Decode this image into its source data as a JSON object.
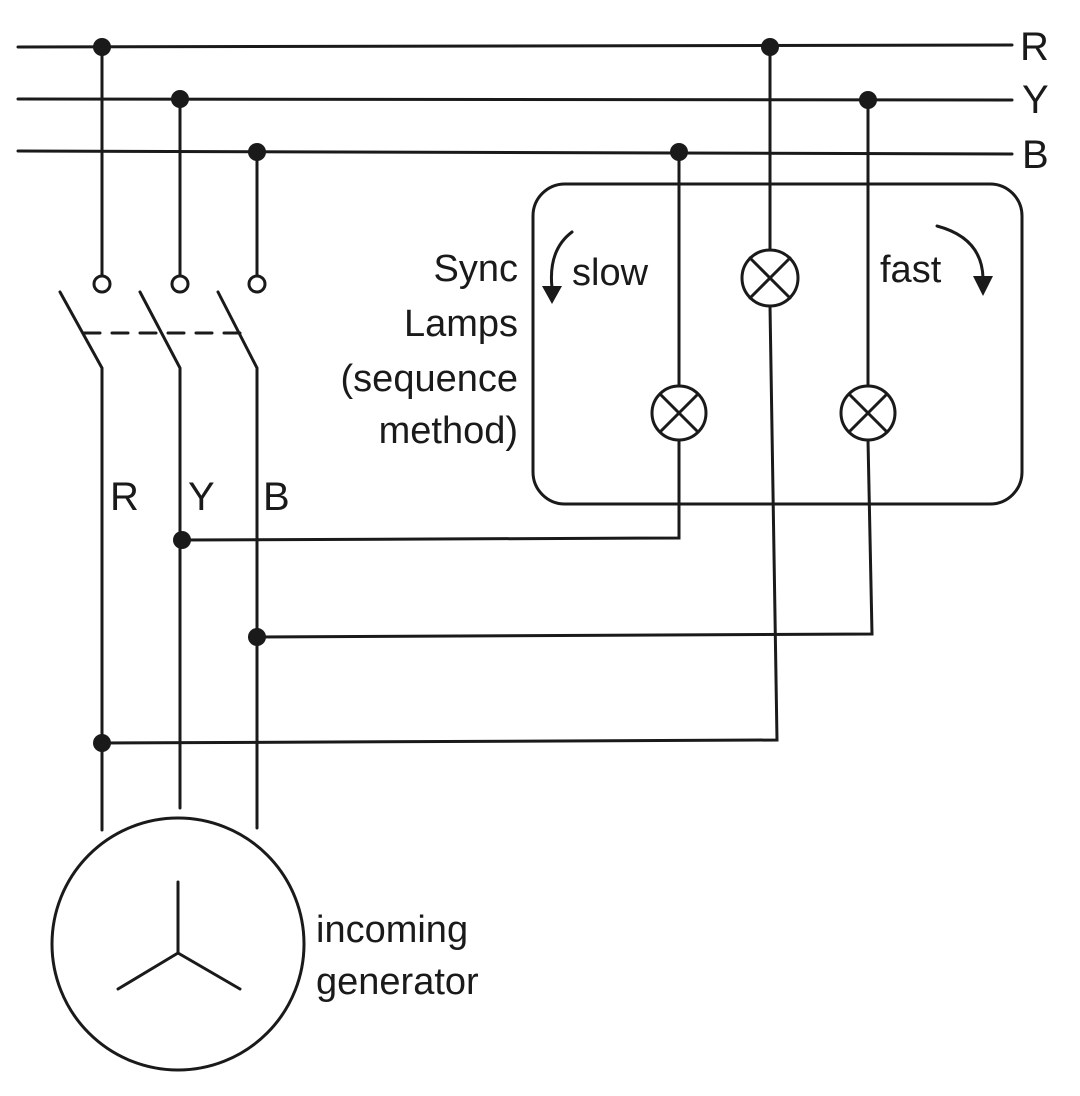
{
  "bus": {
    "r_label": "R",
    "y_label": "Y",
    "b_label": "B"
  },
  "generator_lines": {
    "r_label": "R",
    "y_label": "Y",
    "b_label": "B"
  },
  "sync_lamps": {
    "label_lines": [
      "Sync",
      "Lamps",
      "(sequence",
      "method)"
    ],
    "slow_label": "slow",
    "fast_label": "fast"
  },
  "generator": {
    "label_lines": [
      "incoming",
      "generator"
    ]
  },
  "colors": {
    "ink": "#1a1a1a",
    "background": "#ffffff"
  }
}
